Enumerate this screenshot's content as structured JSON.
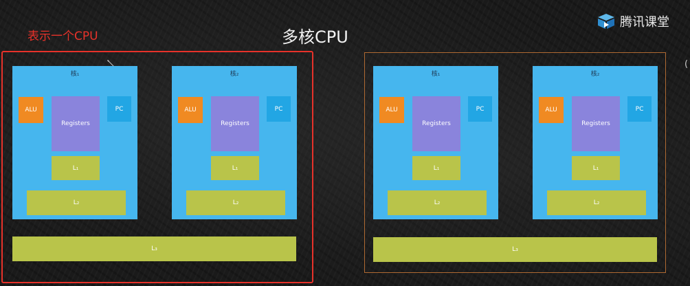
{
  "title": "多核CPU",
  "annotation": "表示一个CPU",
  "logo": {
    "text": "腾讯课堂"
  },
  "edge_glyph": "(",
  "cpus": [
    {
      "cores": [
        {
          "label": "核₁",
          "alu": "ALU",
          "registers": "Registers",
          "pc": "PC",
          "l1": "L₁",
          "l2": "L₂"
        },
        {
          "label": "核₂",
          "alu": "ALU",
          "registers": "Registers",
          "pc": "PC",
          "l1": "L₁",
          "l2": "L₂"
        }
      ],
      "l3": "L₃"
    },
    {
      "cores": [
        {
          "label": "核₁",
          "alu": "ALU",
          "registers": "Registers",
          "pc": "PC",
          "l1": "L₁",
          "l2": "L₂"
        },
        {
          "label": "核₂",
          "alu": "ALU",
          "registers": "Registers",
          "pc": "PC",
          "l1": "L₁",
          "l2": "L₂"
        }
      ],
      "l3": "L₃"
    }
  ],
  "colors": {
    "core": "#46b6ee",
    "alu": "#f08a22",
    "registers": "#8a84dc",
    "pc": "#22a6e4",
    "cache": "#b9c44a",
    "highlight": "#e8322a",
    "frame": "#b06a32"
  },
  "icons": {
    "logo": "play-logo-icon",
    "cursor": "pencil-cursor-icon"
  }
}
